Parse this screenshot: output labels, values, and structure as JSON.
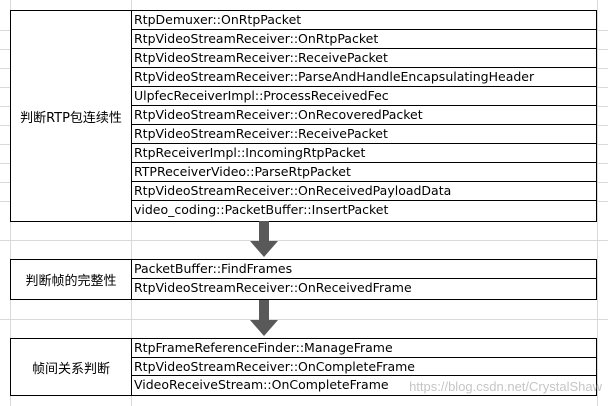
{
  "groups": [
    {
      "label": "判断RTP包连续性",
      "items": [
        "RtpDemuxer::OnRtpPacket",
        "RtpVideoStreamReceiver::OnRtpPacket",
        "RtpVideoStreamReceiver::ReceivePacket",
        "RtpVideoStreamReceiver::ParseAndHandleEncapsulatingHeader",
        "UlpfecReceiverImpl::ProcessReceivedFec",
        "RtpVideoStreamReceiver::OnRecoveredPacket",
        "RtpVideoStreamReceiver::ReceivePacket",
        "RtpReceiverImpl::IncomingRtpPacket",
        "RTPReceiverVideo::ParseRtpPacket",
        "RtpVideoStreamReceiver::OnReceivedPayloadData",
        "video_coding::PacketBuffer::InsertPacket"
      ]
    },
    {
      "label": "判断帧的完整性",
      "items": [
        "PacketBuffer::FindFrames",
        "RtpVideoStreamReceiver::OnReceivedFrame"
      ]
    },
    {
      "label": "帧间关系判断",
      "items": [
        "RtpFrameReferenceFinder::ManageFrame",
        "RtpVideoStreamReceiver::OnCompleteFrame",
        "VideoReceiveStream::OnCompleteFrame"
      ]
    }
  ],
  "watermark": "https://blog.csdn.net/CrystalShaw",
  "colors": {
    "arrow": "#595959",
    "border": "#000000",
    "grid": "#d9d9d9"
  }
}
